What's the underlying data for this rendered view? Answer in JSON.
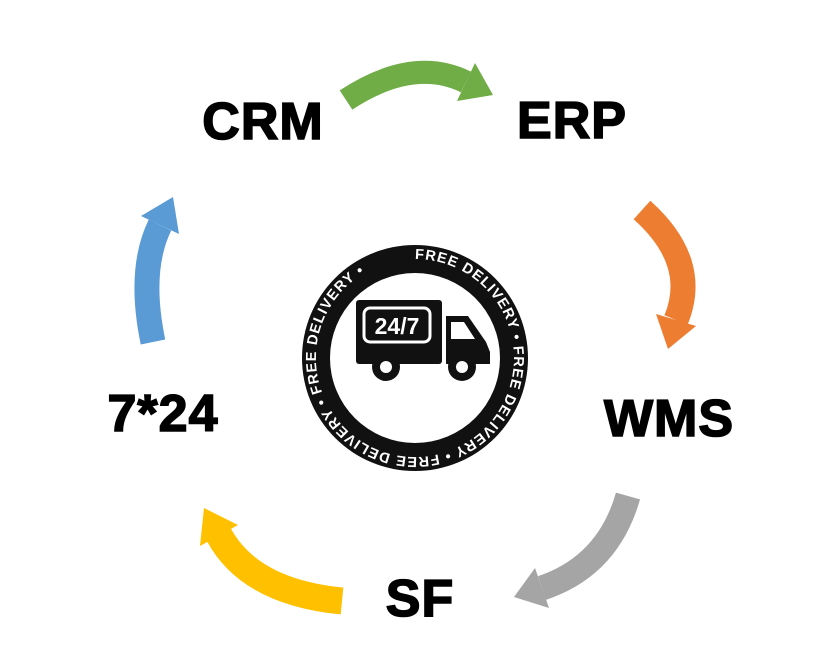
{
  "diagram": {
    "title": "free-delivery-cycle-diagram",
    "nodes": [
      {
        "id": "crm",
        "label": "CRM"
      },
      {
        "id": "erp",
        "label": "ERP"
      },
      {
        "id": "wms",
        "label": "WMS"
      },
      {
        "id": "sf",
        "label": "SF"
      },
      {
        "id": "seven-24",
        "label": "7*24"
      }
    ],
    "arrows": [
      {
        "name": "arrow-crm-to-erp",
        "color": "#70AD47"
      },
      {
        "name": "arrow-erp-to-wms",
        "color": "#ED7D31"
      },
      {
        "name": "arrow-wms-to-sf",
        "color": "#A5A5A5"
      },
      {
        "name": "arrow-sf-to-724",
        "color": "#FFC000"
      },
      {
        "name": "arrow-724-to-crm",
        "color": "#5B9BD5"
      }
    ],
    "badge": {
      "ring_text": "FREE DELIVERY • FREE DELIVERY • FREE DELIVERY • FREE DELIVERY • ",
      "truck_label": "24/7",
      "ring_color": "#111111",
      "inner_color": "#ffffff",
      "text_color": "#ffffff"
    }
  }
}
